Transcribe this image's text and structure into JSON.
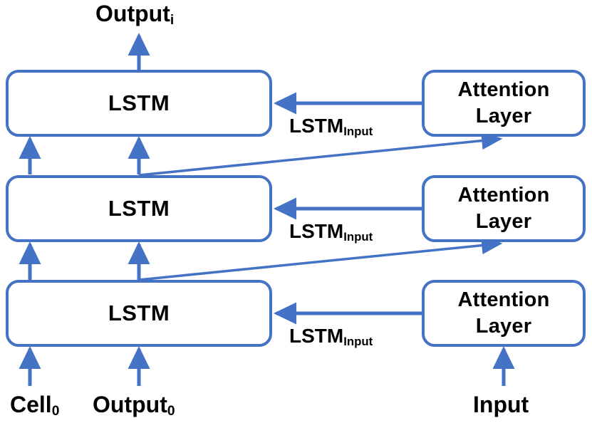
{
  "diagram": {
    "title_label": "Output",
    "title_sub": "i",
    "palette": {
      "arrow_blue": "#4472C4",
      "box_border": "#4472C4",
      "box_fill": "#FFFFFF",
      "text": "#000000",
      "background": "#FFFFFF"
    },
    "lstm_nodes": [
      {
        "id": "lstm-top",
        "label": "LSTM"
      },
      {
        "id": "lstm-mid",
        "label": "LSTM"
      },
      {
        "id": "lstm-bottom",
        "label": "LSTM"
      }
    ],
    "attention_nodes": [
      {
        "id": "attention-top",
        "line1": "Attention",
        "line2": "Layer"
      },
      {
        "id": "attention-mid",
        "line1": "Attention",
        "line2": "Layer"
      },
      {
        "id": "attention-bottom",
        "line1": "Attention",
        "line2": "Layer"
      }
    ],
    "edge_labels": [
      {
        "id": "lstm-input-top",
        "label": "LSTM",
        "sub": "Input"
      },
      {
        "id": "lstm-input-mid",
        "label": "LSTM",
        "sub": "Input"
      },
      {
        "id": "lstm-input-bottom",
        "label": "LSTM",
        "sub": "Input"
      }
    ],
    "input_labels": [
      {
        "id": "cell-zero",
        "label": "Cell",
        "sub": "0"
      },
      {
        "id": "output-zero",
        "label": "Output",
        "sub": "0"
      },
      {
        "id": "input",
        "label": "Input",
        "sub": ""
      }
    ]
  }
}
